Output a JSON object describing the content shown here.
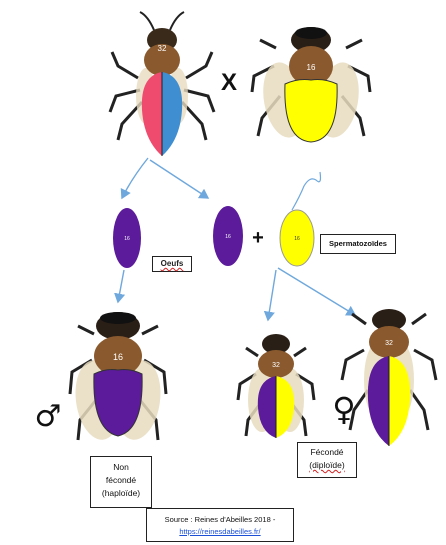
{
  "colors": {
    "purple": "#5b1b9b",
    "yellow": "#ffff00",
    "pink": "#ef4b6e",
    "blue": "#3f8ed1",
    "arrow": "#6fa8dc",
    "head": "#8a5a2e",
    "thorax": "#5c3b1e",
    "wing": "#e8dcc0"
  },
  "queen_top": {
    "chromosomes": "32"
  },
  "cross_symbol": "X",
  "drone_top": {
    "chromosomes": "16"
  },
  "egg_left": {
    "chromosomes": "16"
  },
  "egg_middle": {
    "chromosomes": "16"
  },
  "plus_symbol": "+",
  "sperm": {
    "chromosomes": "16"
  },
  "labels": {
    "oeufs": "Oeufs",
    "spermatozoides": "Spermatozoïdes",
    "non_feconde": [
      "Non",
      "fécondé",
      "(haploïde)"
    ],
    "feconde": [
      "Fécondé",
      "(diploïde)"
    ]
  },
  "male_bee": {
    "chromosomes": "16"
  },
  "female_small": {
    "chromosomes": "32"
  },
  "female_large": {
    "chromosomes": "32"
  },
  "symbols": {
    "male": "♂",
    "female": "♀"
  },
  "source": {
    "text": "Source : Reines d'Abeilles 2018 -",
    "url": "https://reinesdabeilles.fr/"
  }
}
